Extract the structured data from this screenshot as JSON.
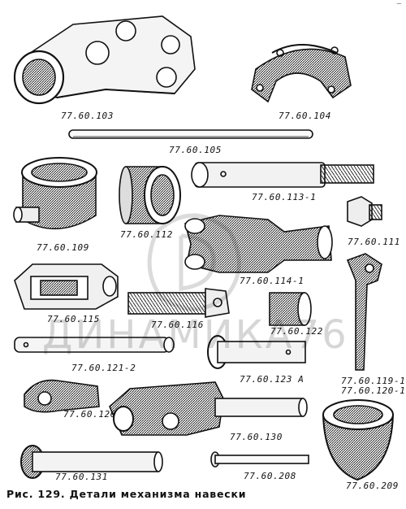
{
  "figure": {
    "caption": "Рис. 129. Детали механизма навески",
    "watermark": "ДИНАМИКА76",
    "corner_mark": "–"
  },
  "parts": [
    {
      "id": "77.60.103"
    },
    {
      "id": "77.60.104"
    },
    {
      "id": "77.60.105"
    },
    {
      "id": "77.60.109"
    },
    {
      "id": "77.60.112"
    },
    {
      "id": "77.60.113-1"
    },
    {
      "id": "77.60.111"
    },
    {
      "id": "77.60.114-1"
    },
    {
      "id": "77.60.115"
    },
    {
      "id": "77.60.116"
    },
    {
      "id": "77.60.122"
    },
    {
      "id": "77.60.121-2"
    },
    {
      "id": "77.60.123 А"
    },
    {
      "id": "77.60.119-1"
    },
    {
      "id": "77.60.120-1"
    },
    {
      "id": "77.60.126"
    },
    {
      "id": "77.60.130"
    },
    {
      "id": "77.60.131"
    },
    {
      "id": "77.60.208"
    },
    {
      "id": "77.60.209"
    }
  ]
}
